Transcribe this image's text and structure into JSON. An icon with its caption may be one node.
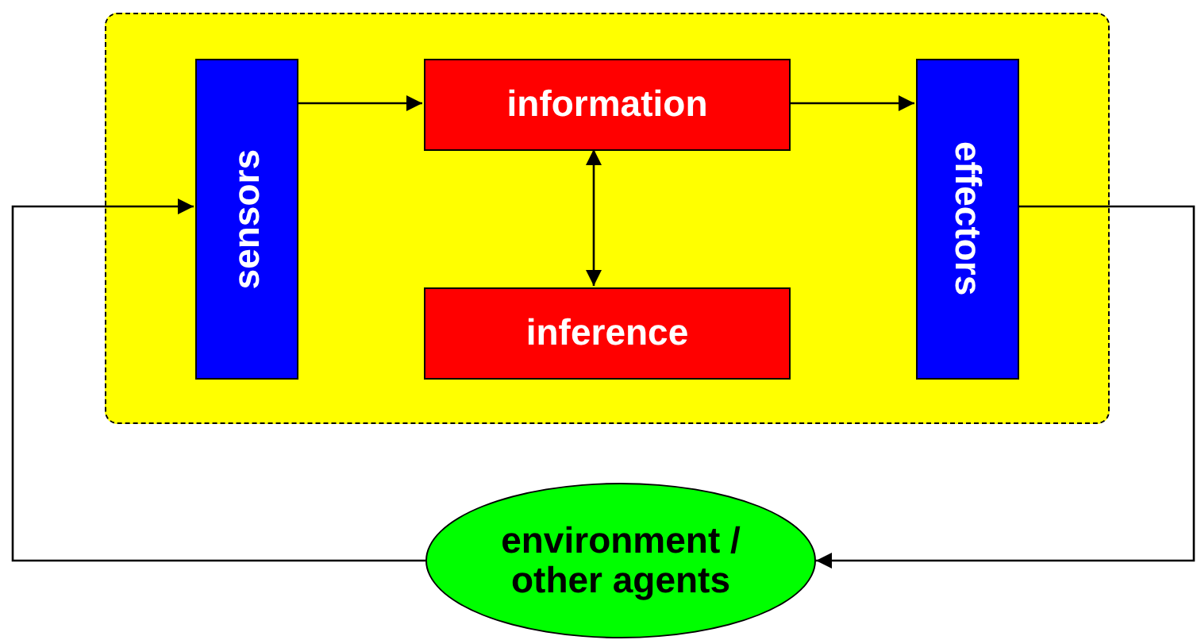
{
  "diagram": {
    "nodes": [
      {
        "text": [],
        "shape": "box"
      },
      {
        "text": [
          "sensors"
        ],
        "in": 0
      },
      {
        "text": [
          "information"
        ],
        "in": 0
      },
      {
        "text": [
          "inference"
        ],
        "in": 0
      },
      {
        "text": [
          "effectors"
        ],
        "in": 0
      },
      {
        "text": [
          "environment / other agents"
        ]
      }
    ],
    "edges": [
      {
        "from": 1,
        "to": 2,
        "arrow": "to"
      },
      {
        "from": 2,
        "to": 4,
        "arrow": "to"
      },
      {
        "from": 2,
        "to": 3,
        "arrow": "both"
      },
      {
        "from": 4,
        "to": 5,
        "arrow": "to"
      },
      {
        "from": 5,
        "to": 1,
        "arrow": "to"
      }
    ]
  }
}
